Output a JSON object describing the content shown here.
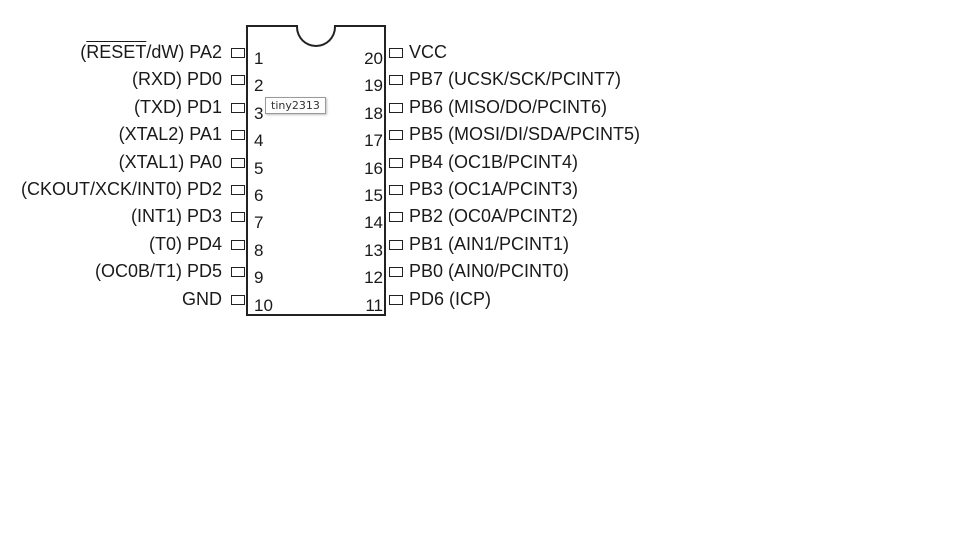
{
  "chip": {
    "tooltip": "tiny2313",
    "left_pins": [
      {
        "num": "1",
        "prefix": "(",
        "overline": "RESET",
        "suffix": "/dW) PA2"
      },
      {
        "num": "2",
        "label": "(RXD) PD0"
      },
      {
        "num": "3",
        "label": "(TXD) PD1"
      },
      {
        "num": "4",
        "label": "(XTAL2) PA1"
      },
      {
        "num": "5",
        "label": "(XTAL1) PA0"
      },
      {
        "num": "6",
        "label": "(CKOUT/XCK/INT0) PD2"
      },
      {
        "num": "7",
        "label": "(INT1) PD3"
      },
      {
        "num": "8",
        "label": "(T0) PD4"
      },
      {
        "num": "9",
        "label": "(OC0B/T1) PD5"
      },
      {
        "num": "10",
        "label": "GND"
      }
    ],
    "right_pins": [
      {
        "num": "20",
        "label": "VCC"
      },
      {
        "num": "19",
        "label": "PB7 (UCSK/SCK/PCINT7)"
      },
      {
        "num": "18",
        "label": "PB6 (MISO/DO/PCINT6)"
      },
      {
        "num": "17",
        "label": "PB5 (MOSI/DI/SDA/PCINT5)"
      },
      {
        "num": "16",
        "label": "PB4 (OC1B/PCINT4)"
      },
      {
        "num": "15",
        "label": "PB3 (OC1A/PCINT3)"
      },
      {
        "num": "14",
        "label": "PB2 (OC0A/PCINT2)"
      },
      {
        "num": "13",
        "label": "PB1 (AIN1/PCINT1)"
      },
      {
        "num": "12",
        "label": "PB0 (AIN0/PCINT0)"
      },
      {
        "num": "11",
        "label": "PD6 (ICP)"
      }
    ]
  }
}
